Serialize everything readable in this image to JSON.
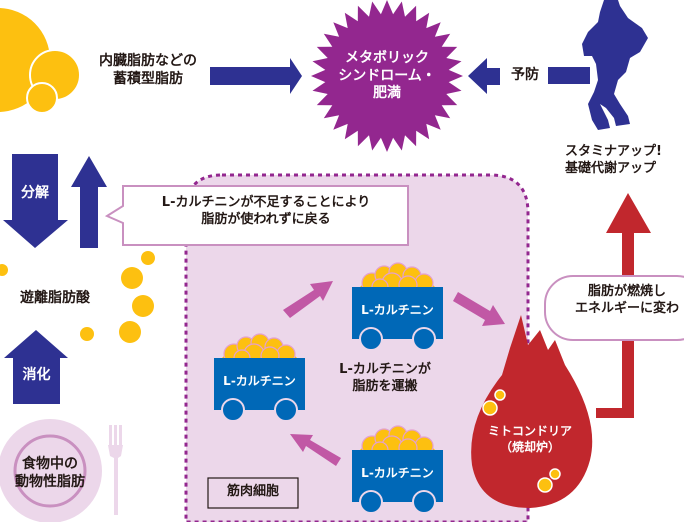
{
  "colors": {
    "navy": "#2e3192",
    "purple": "#93278f",
    "fat_yellow": "#fdc010",
    "cell_pink": "#ecd7ea",
    "cell_border": "#93278f",
    "arrow_magenta": "#c158a5",
    "cart_blue": "#0068b7",
    "mito_red": "#c1272d",
    "bubble_border": "#c990c0"
  },
  "top": {
    "visceral_fat": "内臓脂肪などの\n蓄積型脂肪",
    "syndrome": "メタボリック\nシンドローム・\n肥満",
    "prevention": "予防",
    "stamina": "スタミナアップ!\n基礎代謝アップ"
  },
  "left": {
    "decompose": "分解",
    "free_fatty_acid": "遊離脂肪酸",
    "digest": "消化",
    "food_fat": "食物中の\n動物性脂肪"
  },
  "cell": {
    "deficiency_note": "L-カルチニンが不足することにより\n脂肪が使われずに戻る",
    "carry_note": "L-カルチニンが\n脂肪を運搬",
    "cell_label": "筋肉細胞",
    "carts": [
      {
        "label": "L-カルチニン"
      },
      {
        "label": "L-カルチニン"
      },
      {
        "label": "L-カルチニン"
      }
    ]
  },
  "right": {
    "burn_note": "脂肪が燃焼し\nエネルギーに変わ",
    "mitochondria": "ミトコンドリア\n（焼却炉）"
  },
  "icons": {
    "runner": "running-person-silhouette",
    "fork": "fork-icon",
    "plate": "plate-icon"
  }
}
